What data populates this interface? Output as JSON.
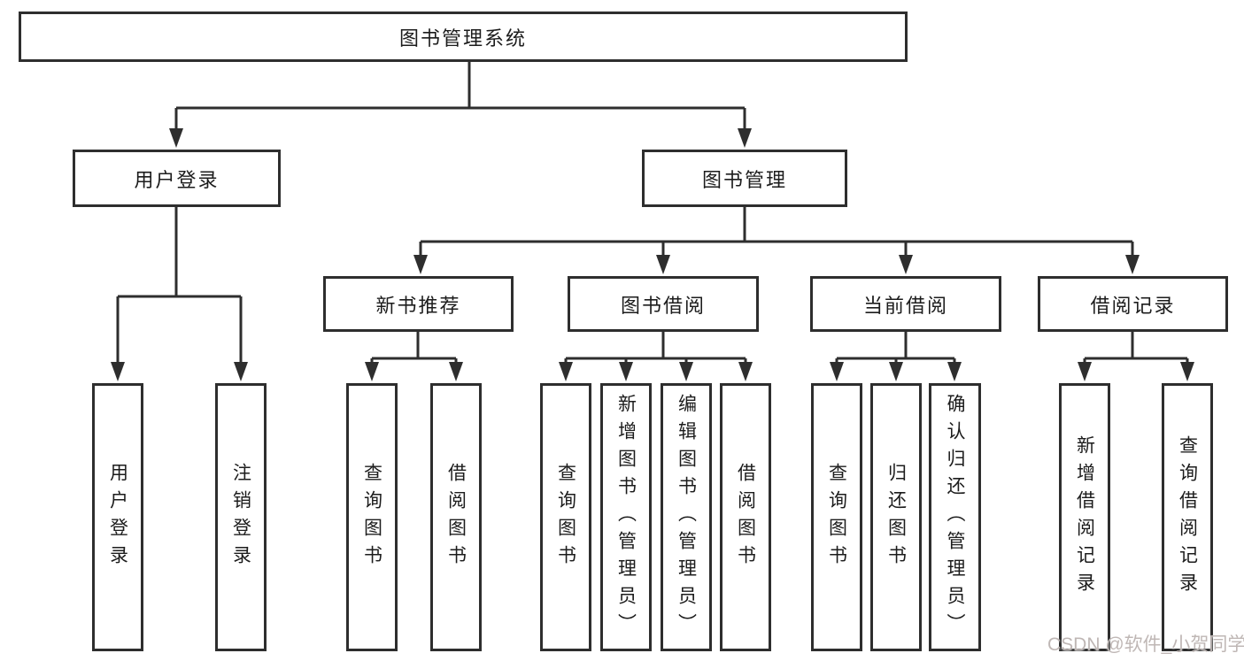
{
  "colors": {
    "line": "#2e2e2e",
    "text": "#1c1c1c",
    "background": "#ffffff",
    "watermark": "#bfb7b5"
  },
  "watermark": "CSDN @软件_小贺同学",
  "tree": {
    "root": "图书管理系统",
    "branches": [
      {
        "label": "用户登录",
        "children": [
          "用户登录",
          "注销登录"
        ]
      },
      {
        "label": "图书管理",
        "children": [
          {
            "label": "新书推荐",
            "children": [
              "查询图书",
              "借阅图书"
            ]
          },
          {
            "label": "图书借阅",
            "children": [
              "查询图书",
              "新增图书（管理员）",
              "编辑图书（管理员）",
              "借阅图书"
            ]
          },
          {
            "label": "当前借阅",
            "children": [
              "查询图书",
              "归还图书",
              "确认归还（管理员）"
            ]
          },
          {
            "label": "借阅记录",
            "children": [
              "新增借阅记录",
              "查询借阅记录"
            ]
          }
        ]
      }
    ]
  }
}
